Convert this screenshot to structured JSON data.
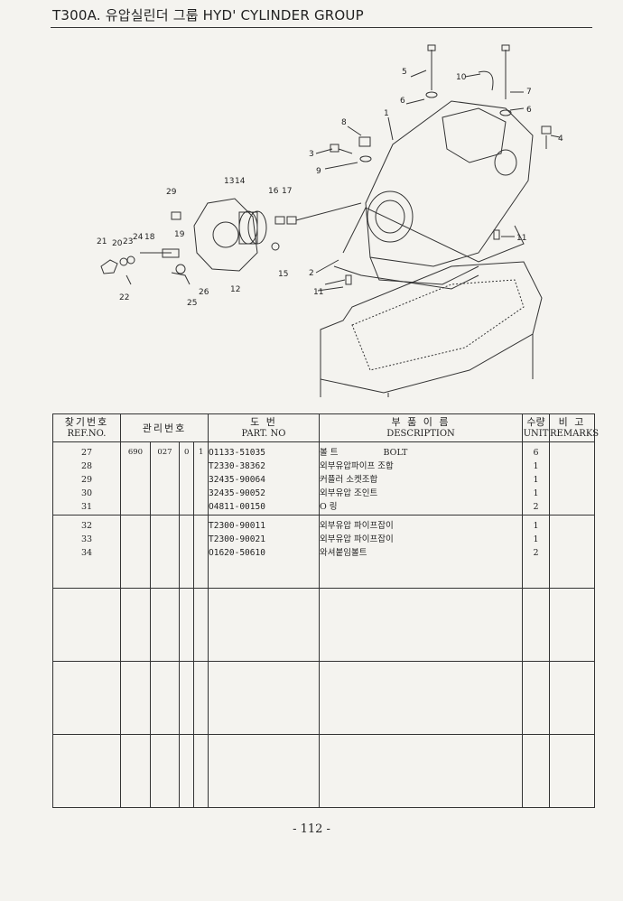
{
  "title": "T300A. 유압실린더 그룹  HYD' CYLINDER GROUP",
  "diagram": {
    "callouts": [
      "1",
      "2",
      "3",
      "4",
      "5",
      "6",
      "7",
      "8",
      "9",
      "10",
      "11",
      "12",
      "13",
      "14",
      "15",
      "16",
      "17",
      "18",
      "19",
      "20",
      "21",
      "22",
      "23",
      "24",
      "25",
      "26",
      "29",
      "6",
      "11",
      "11"
    ]
  },
  "table": {
    "headers": {
      "ref_ko": "찾기번호",
      "ref_en": "REF.NO.",
      "mgmt_ko": "관리번호",
      "part_ko": "도   번",
      "part_en": "PART. NO",
      "desc_ko": "부   품   이   름",
      "desc_en": "DESCRIPTION",
      "unit_ko": "수량",
      "unit_en": "UNIT",
      "remarks_ko": "비     고",
      "remarks_en": "REMARKS"
    },
    "groups": [
      {
        "mgmt": [
          "690",
          "027",
          "0",
          "1"
        ],
        "rows": [
          {
            "ref": "27",
            "part": "O1133-51035",
            "desc": "볼  트",
            "desc_en": "BOLT",
            "unit": "6"
          },
          {
            "ref": "28",
            "part": "T2330-38362",
            "desc": "외부유압파이프 조합",
            "desc_en": "",
            "unit": "1"
          },
          {
            "ref": "29",
            "part": "32435-90064",
            "desc": "커플러 소켓조합",
            "desc_en": "",
            "unit": "1"
          },
          {
            "ref": "30",
            "part": "32435-90052",
            "desc": "외부유압 조인트",
            "desc_en": "",
            "unit": "1"
          },
          {
            "ref": "31",
            "part": "O4811-00150",
            "desc": "O 링",
            "desc_en": "",
            "unit": "2"
          }
        ]
      },
      {
        "mgmt": [
          "",
          "",
          "",
          ""
        ],
        "rows": [
          {
            "ref": "32",
            "part": "T2300-90011",
            "desc": "외부유압 파이프잡이",
            "desc_en": "",
            "unit": "1"
          },
          {
            "ref": "33",
            "part": "T2300-90021",
            "desc": "외부유압 파이프잡이",
            "desc_en": "",
            "unit": "1"
          },
          {
            "ref": "34",
            "part": "O1620-50610",
            "desc": "와셔붙임볼트",
            "desc_en": "",
            "unit": "2"
          }
        ]
      }
    ]
  },
  "page_number": "- 112 -"
}
